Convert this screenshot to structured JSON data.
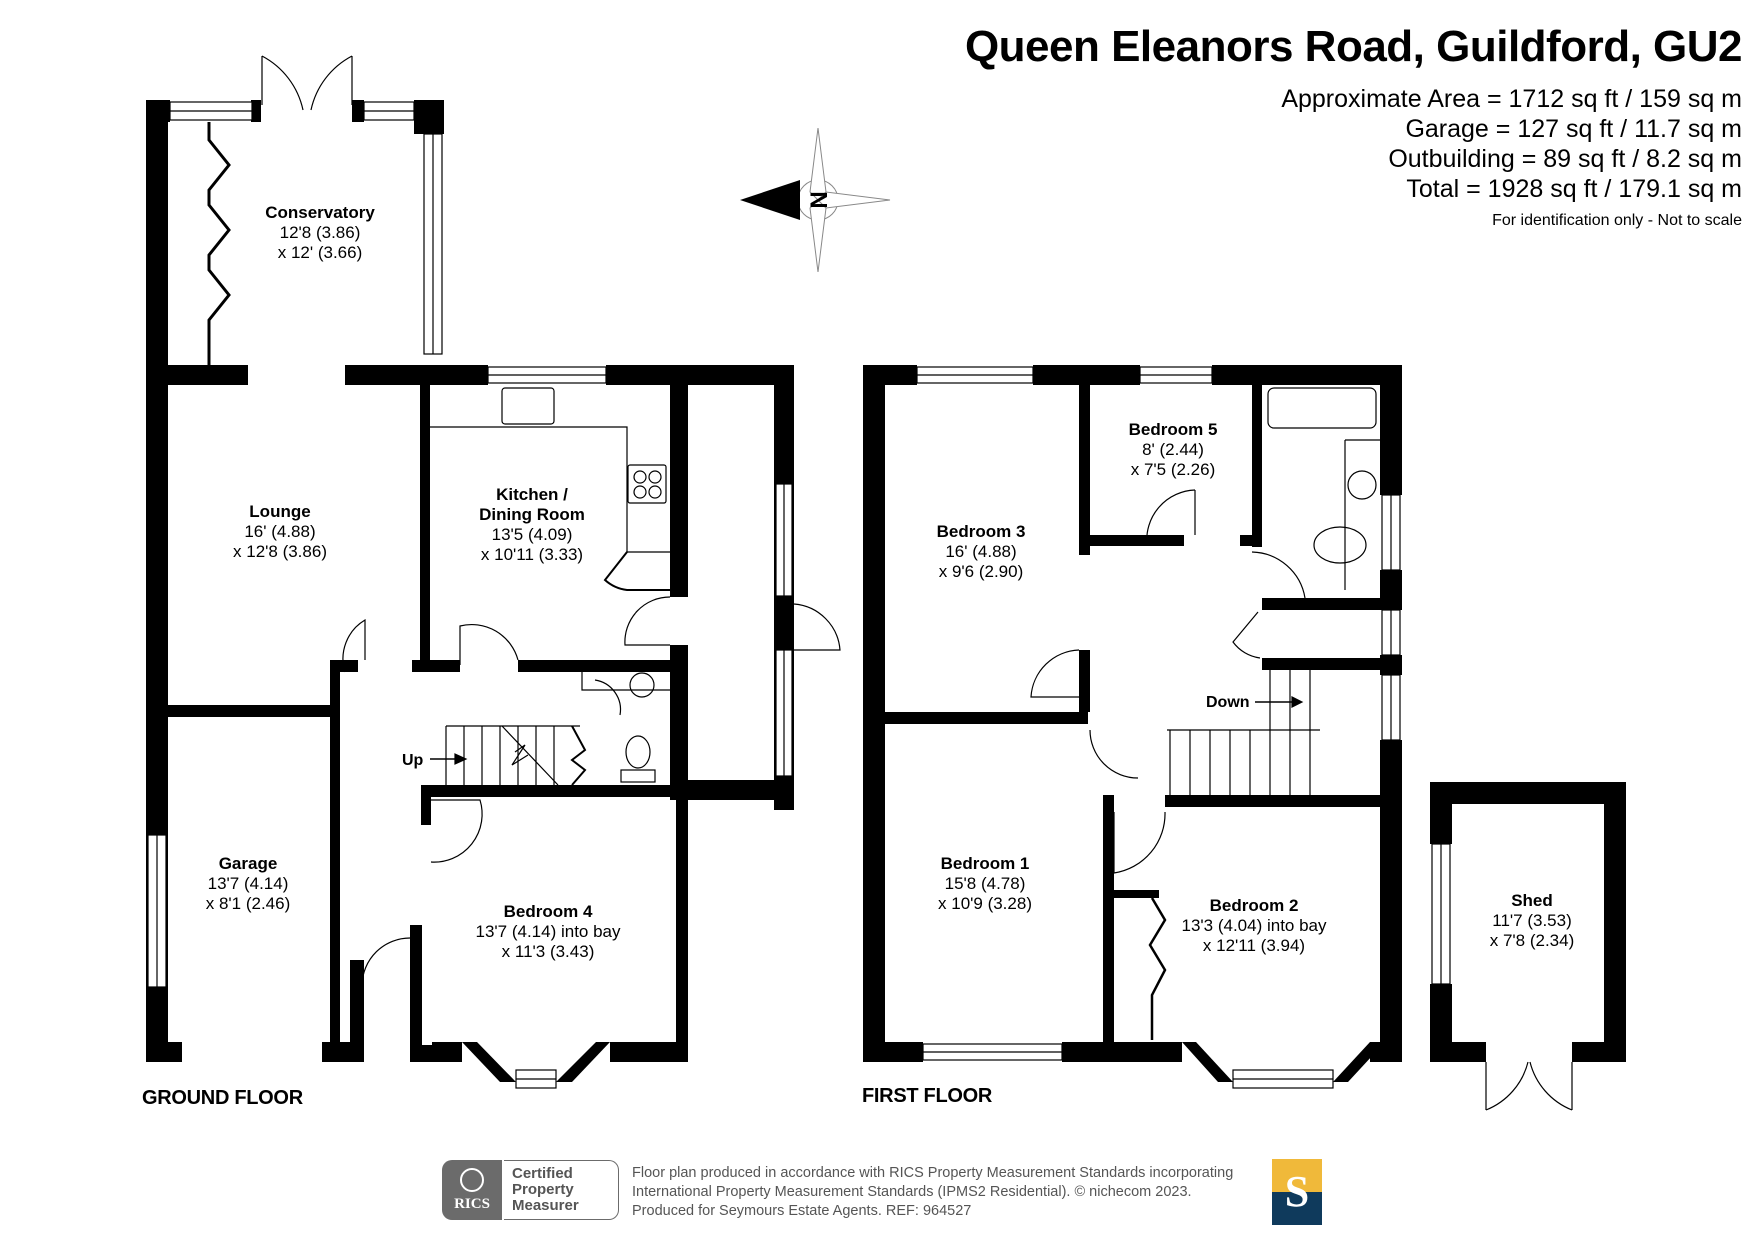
{
  "header": {
    "title": "Queen Eleanors Road, Guildford, GU2",
    "areas": [
      "Approximate Area = 1712 sq ft / 159 sq m",
      "Garage = 127 sq ft / 11.7 sq m",
      "Outbuilding = 89 sq ft / 8.2 sq m",
      "Total = 1928 sq ft / 179.1 sq m"
    ],
    "note": "For identification only - Not to scale"
  },
  "compass": {
    "label": "N",
    "icon": "north-arrow-compass-icon"
  },
  "ground_floor": {
    "label": "GROUND FLOOR",
    "stairs_label": "Up",
    "rooms": [
      {
        "name": "Conservatory",
        "dim1": "12'8 (3.86)",
        "dim2": "x 12' (3.66)"
      },
      {
        "name": "Lounge",
        "dim1": "16' (4.88)",
        "dim2": "x 12'8 (3.86)"
      },
      {
        "name": "Kitchen /",
        "name2": "Dining Room",
        "dim1": "13'5 (4.09)",
        "dim2": "x 10'11 (3.33)"
      },
      {
        "name": "Garage",
        "dim1": "13'7 (4.14)",
        "dim2": "x 8'1 (2.46)"
      },
      {
        "name": "Bedroom 4",
        "dim1": "13'7 (4.14) into bay",
        "dim2": "x 11'3 (3.43)"
      }
    ]
  },
  "first_floor": {
    "label": "FIRST FLOOR",
    "stairs_label": "Down",
    "rooms": [
      {
        "name": "Bedroom 5",
        "dim1": "8' (2.44)",
        "dim2": "x 7'5 (2.26)"
      },
      {
        "name": "Bedroom 3",
        "dim1": "16' (4.88)",
        "dim2": "x 9'6 (2.90)"
      },
      {
        "name": "Bedroom 1",
        "dim1": "15'8 (4.78)",
        "dim2": "x 10'9 (3.28)"
      },
      {
        "name": "Bedroom 2",
        "dim1": "13'3 (4.04) into bay",
        "dim2": "x 12'11 (3.94)"
      }
    ]
  },
  "outbuilding": {
    "rooms": [
      {
        "name": "Shed",
        "dim1": "11'7 (3.53)",
        "dim2": "x 7'8 (2.34)"
      }
    ]
  },
  "footer": {
    "rics_badge": {
      "org": "RICS",
      "line1": "Certified",
      "line2": "Property",
      "line3": "Measurer"
    },
    "lines": [
      "Floor plan produced in accordance with RICS Property Measurement Standards incorporating",
      "International Property Measurement Standards (IPMS2 Residential).   © nichecom 2023.",
      "Produced for Seymours Estate Agents.   REF: 964527"
    ],
    "agent_logo": {
      "letter": "S",
      "color_top": "#f0b93a",
      "color_bottom": "#0f3a5c"
    }
  }
}
